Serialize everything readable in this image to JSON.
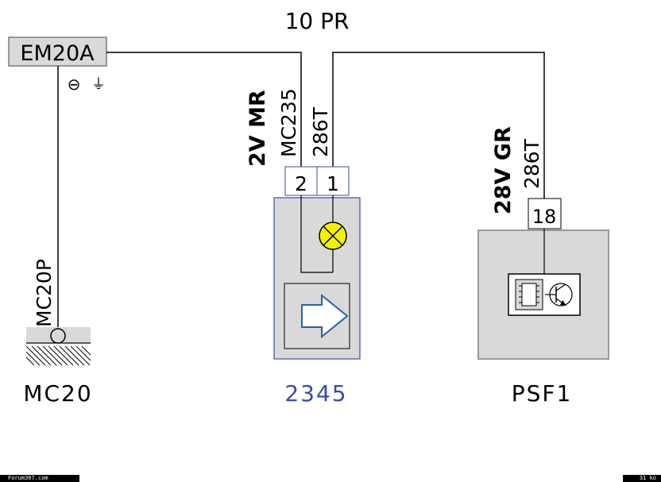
{
  "wires": {
    "top_bundle": "10 PR",
    "left_vertical": {
      "spec": "2V MR",
      "id": "MC235"
    },
    "right_vertical": {
      "id": "286T"
    },
    "psf_vertical": {
      "spec": "28V GR",
      "id": "286T"
    }
  },
  "components": {
    "em20a": {
      "label": "EM20A"
    },
    "mc20": {
      "label": "MC20",
      "wire": "MC20P"
    },
    "c2345": {
      "label": "2345",
      "pin_left": "2",
      "pin_right": "1"
    },
    "psf1": {
      "label": "PSF1",
      "pin": "18"
    }
  },
  "symbols": {
    "ground_minus": "⊖",
    "ground_earth": "⏚"
  },
  "footer": {
    "left": "Forum307.com",
    "right": "31 ko"
  },
  "colors": {
    "line": "#000000",
    "blue": "#3a4ab0",
    "lamp": "#f2f200",
    "box_fill": "#d9d9d9",
    "box_border": "#9a9a9a",
    "arrow": "#2b5fa8"
  }
}
